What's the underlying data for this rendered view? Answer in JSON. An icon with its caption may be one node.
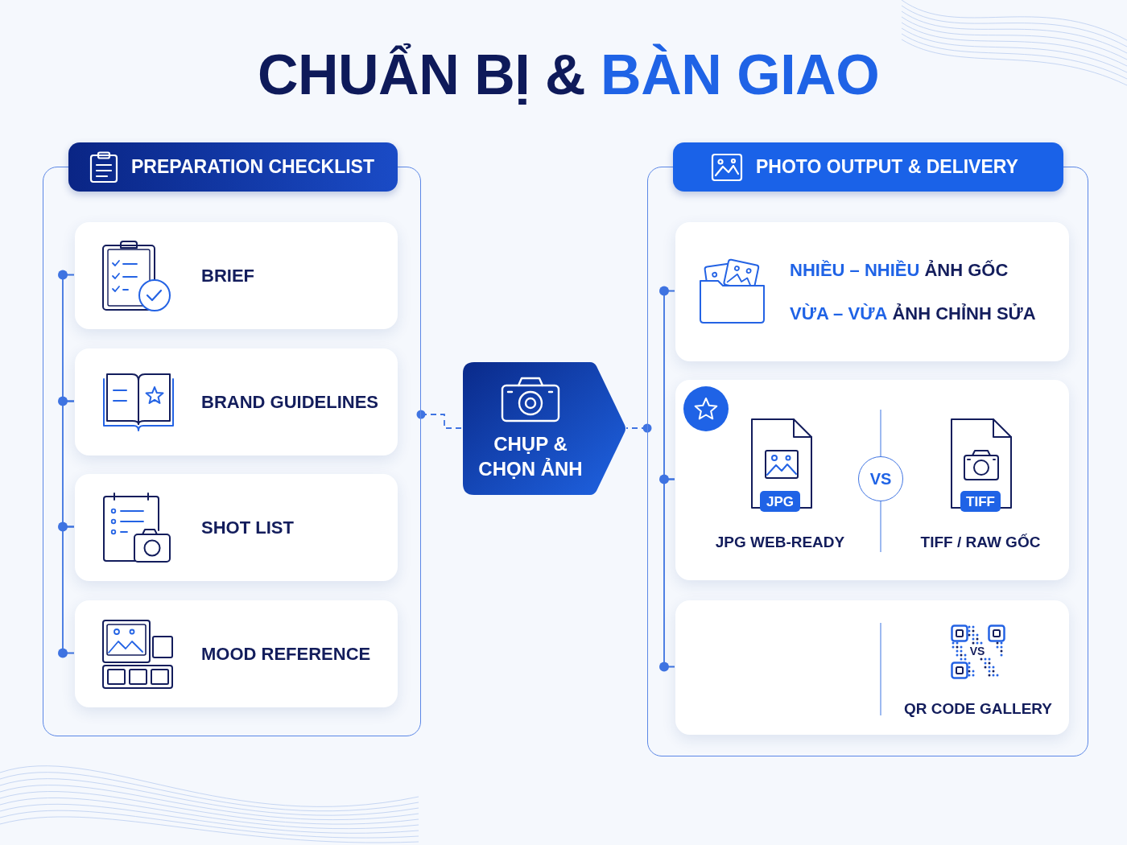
{
  "diagram": {
    "title": "CHUẨN BỊ & **BÀN GIAO**",
    "nodes": [
      {
        "text": [
          "PREPARATION CHECKLIST"
        ]
      },
      {
        "text": [
          "BRIEF"
        ],
        "in": 0
      },
      {
        "text": [
          "BRAND GUIDELINES"
        ],
        "in": 0
      },
      {
        "text": [
          "SHOT LIST"
        ],
        "in": 0
      },
      {
        "text": [
          "MOOD REFERENCE"
        ],
        "in": 0
      },
      {
        "text": [
          "CHỤP & CHỌN ẢNH"
        ]
      },
      {
        "text": [
          "PHOTO OUTPUT & DELIVERY"
        ]
      },
      {
        "text": [
          "**NHIỀU – NHIỀU** ẢNH GỐC",
          "**VỪA – VỪA** ẢNH CHỈNH SỬA"
        ],
        "in": 6
      },
      {
        "text": [
          "JPG WEB-READY",
          "TIFF / RAW GỐC"
        ],
        "in": 6
      },
      {
        "text": [
          "JPG"
        ],
        "in": 8
      },
      {
        "text": [
          "VS"
        ],
        "in": 8
      },
      {
        "text": [
          "TIFF"
        ],
        "in": 8
      },
      {
        "text": [
          "QR CODE GALLERY"
        ],
        "in": 6
      }
    ],
    "edges": [
      {
        "from": 0,
        "to": 5,
        "arrow": "other",
        "style": "dashed"
      },
      {
        "from": 6,
        "to": 5,
        "arrow": "other",
        "style": "dashed"
      },
      {
        "from": 1,
        "to": 2,
        "arrow": "none"
      },
      {
        "from": 2,
        "to": 3,
        "arrow": "none"
      },
      {
        "from": 3,
        "to": 4,
        "arrow": "none"
      },
      {
        "from": 7,
        "to": 8,
        "arrow": "none"
      },
      {
        "from": 8,
        "to": 12,
        "arrow": "none"
      }
    ],
    "labels": [
      "VS"
    ]
  }
}
